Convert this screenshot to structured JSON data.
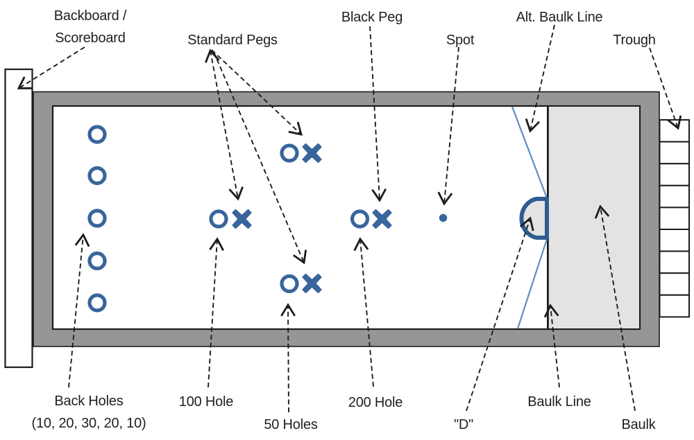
{
  "diagram_labels": {
    "backboard_line1": "Backboard /",
    "backboard_line2": "Scoreboard",
    "standard_pegs": "Standard Pegs",
    "black_peg": "Black Peg",
    "spot": "Spot",
    "alt_baulk_line": "Alt. Baulk Line",
    "trough": "Trough",
    "back_holes_line1": "Back Holes",
    "back_holes_line2": "(10, 20, 30, 20, 10)",
    "hole_100": "100 Hole",
    "holes_50": "50 Holes",
    "hole_200": "200 Hole",
    "d_zone": "\"D\"",
    "baulk_line": "Baulk Line",
    "baulk": "Baulk"
  },
  "structure": {
    "back_holes_count": 5,
    "standard_pegs_count": 3,
    "trough_cells_count": 9
  },
  "colors": {
    "rail": "#969696",
    "baulk_fill": "#e3e3e3",
    "peg_blue": "#38659b",
    "d_stroke": "#2e5c91",
    "alt_baulk_blue": "#5d8fc6",
    "outline": "#1c1c1c",
    "text": "#1f1f1f"
  }
}
